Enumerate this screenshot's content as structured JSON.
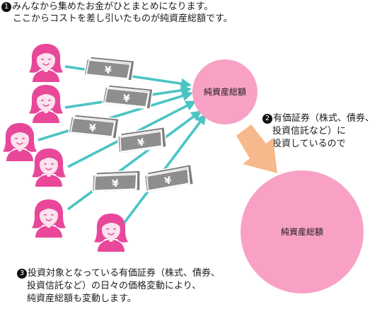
{
  "step1": {
    "number": "1",
    "line1": "みんなから集めたお金がひとまとめになります。",
    "line2": "ここからコストを差し引いたものが純資産総額です。"
  },
  "step2": {
    "number": "2",
    "line1": "有価証券（株式、債券、",
    "line2": "投資信託など）に",
    "line3": "投資しているので"
  },
  "step3": {
    "number": "3",
    "line1": "投資対象となっている有価証券（株式、債券、",
    "line2": "投資信託など）の日々の価格変動により、",
    "line3": "純資産総額も変動します。"
  },
  "circle_small_label": "純資産総額",
  "circle_large_label": "純資産総額",
  "yen_symbol": "¥",
  "colors": {
    "person": "#e8479a",
    "person_skin": "#fbe3ee",
    "bill": "#9a9a9a",
    "bill_dark": "#7d7d7d",
    "arrow_teal": "#4cc4c4",
    "arrow_orange": "#f7b98b",
    "circle": "#f8a1c4"
  }
}
